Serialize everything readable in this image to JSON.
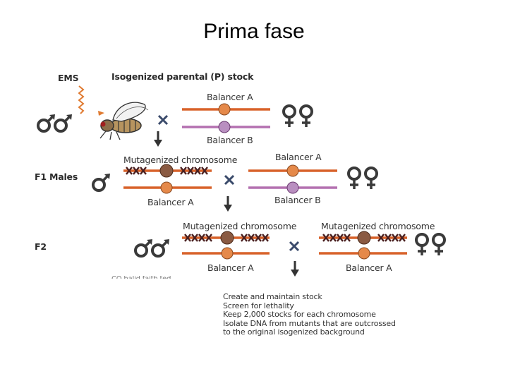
{
  "title": "Prima fase",
  "mutagen": "EMS",
  "parental_stock": "Isogenized parental (P) stock",
  "generations": {
    "f1": "F1 Males",
    "f2": "F2"
  },
  "chromosomes": {
    "balancer_a": "Balancer A",
    "balancer_b": "Balancer B",
    "mutagenized": "Mutagenized chromosome"
  },
  "cut_off_text": "CO balid faith ted",
  "notes": [
    "Create and maintain stock",
    "Screen for lethality",
    "Keep 2,000 stocks for each chromosome",
    "Isolate DNA from mutants that are outcrossed",
    "to the original isogenized background"
  ],
  "colors": {
    "balancer_a_line": "#d8622a",
    "balancer_b_line": "#b470b0",
    "centromere_orange": "#e5894a",
    "centromere_purple": "#b98fc0",
    "centromere_brown": "#8a5a42",
    "mutation_mark": "#4a2020",
    "symbol": "#3a3a3a"
  }
}
